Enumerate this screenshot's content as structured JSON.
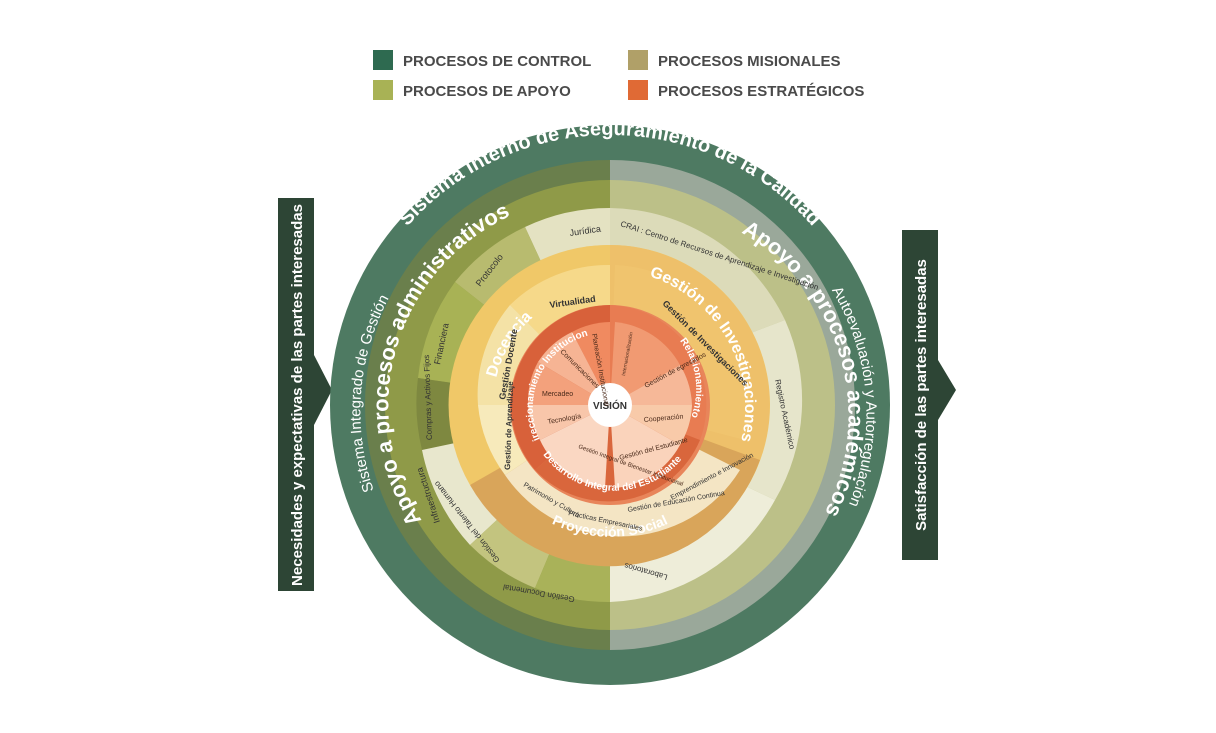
{
  "colors": {
    "control": "#2e6a50",
    "misionales": "#b0a068",
    "apoyo": "#a8b255",
    "estrategicos": "#e06a35"
  },
  "legend": [
    {
      "label": "PROCESOS DE CONTROL",
      "color": "#2e6a50"
    },
    {
      "label": "PROCESOS MISIONALES",
      "color": "#b0a068"
    },
    {
      "label": "PROCESOS DE APOYO",
      "color": "#a8b255"
    },
    {
      "label": "PROCESOS ESTRATÉGICOS",
      "color": "#e06a35"
    }
  ],
  "side_labels": {
    "left": "Necesidades y expectativas de las partes interesadas",
    "right": "Satisfacción de las partes interesadas"
  },
  "rings": {
    "outer_top": "Sistema Interno de Aseguramiento de la Calidad",
    "left_gestion": "Sistema Integrado de Gestión",
    "right_autoeval": "Autoevaluación y Autorregulación",
    "apoyo_admin": "Apoyo a procesos administrativos",
    "apoyo_acad": "Apoyo a procesos académicos",
    "docencia": "Docencia",
    "investigaciones": "Gestión de Investigaciones",
    "proyeccion": "Proyección Social",
    "direccionamiento": "Direccionamiento Institucional",
    "desarrollo": "Desarrollo Integral del Estudiante",
    "relacionamiento": "Relacionamiento",
    "center": "VISIÓN"
  },
  "admin_items": [
    "Jurídica",
    "Protocolo",
    "Financiera",
    "Compras y Activos Fijos",
    "Infraestructura",
    "Gestión del Talento Humano",
    "Gestión Documental"
  ],
  "acad_items": [
    "CRAI : Centro de Recursos de Aprendizaje e Investigación",
    "Registro Académico",
    "Laboratorios"
  ],
  "docencia_items": [
    "Virtualidad",
    "Gestión Docente",
    "Gestión de Aprendizaje"
  ],
  "investigaciones_items": [
    "Gestión de Investigaciones"
  ],
  "proyeccion_items": [
    "Patrimonio y Cultura",
    "Prácticas Empresariales",
    "Gestión de Educación Continua",
    "Emprendimiento e Innovación"
  ],
  "direccionamiento_items": [
    "Planeación Institucional",
    "Comunicaciones",
    "Mercadeo",
    "Tecnología",
    "Gestión Integral de Bienestar Institucional"
  ],
  "relacionamiento_items": [
    "Internacionalización",
    "Gestión de egresados",
    "Cooperación",
    "Gestión del Estudiante"
  ]
}
